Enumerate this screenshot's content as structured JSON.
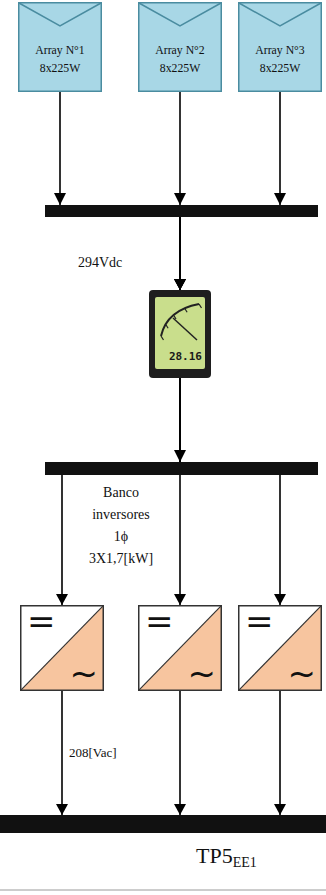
{
  "diagram": {
    "nodes": [
      {
        "text": [
          "Array N°1",
          "8x225W"
        ]
      },
      {
        "text": [
          "Array N°2",
          "8x225W"
        ]
      },
      {
        "text": [
          "Array N°3",
          "8x225W"
        ]
      },
      {
        "text": [
          "28.16"
        ]
      },
      {
        "text": [
          "=",
          "~"
        ]
      },
      {
        "text": [
          "=",
          "~"
        ]
      },
      {
        "text": [
          "=",
          "~"
        ]
      },
      {
        "text": [
          "TP5",
          "EE1"
        ]
      }
    ],
    "edges": [
      {
        "from": 0,
        "to": 3,
        "arrow": "to"
      },
      {
        "from": 1,
        "to": 3,
        "arrow": "to"
      },
      {
        "from": 2,
        "to": 3,
        "arrow": "to"
      },
      {
        "from": 3,
        "to": 4,
        "arrow": "to"
      },
      {
        "from": 3,
        "to": 5,
        "arrow": "to"
      },
      {
        "from": 3,
        "to": 6,
        "arrow": "to"
      },
      {
        "from": 4,
        "to": 7,
        "arrow": "to",
        "label": "208[Vac]"
      },
      {
        "from": 5,
        "to": 7,
        "arrow": "to"
      },
      {
        "from": 6,
        "to": 7,
        "arrow": "to"
      }
    ],
    "labels": [
      "294Vdc",
      "Banco inversores 1ϕ 3X1,7[kW]"
    ]
  }
}
